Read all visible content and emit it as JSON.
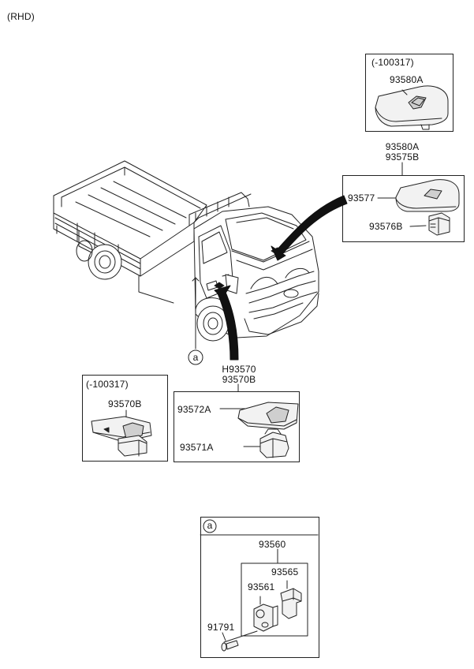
{
  "header": {
    "variant": "(RHD)"
  },
  "callouts": {
    "top_box_date": "(-100317)",
    "top_box_part": "93580A",
    "right_group_title_1": "93580A",
    "right_group_title_2": "93575B",
    "right_part_1": "93577",
    "right_part_2": "93576B",
    "left_box_date": "(-100317)",
    "left_box_part": "93570B",
    "center_group_title_1": "H93570",
    "center_group_title_2": "93570B",
    "center_part_1": "93572A",
    "center_part_2": "93571A",
    "detail_marker": "a",
    "detail_box_marker": "a",
    "detail_assembly": "93560",
    "detail_part_1": "93565",
    "detail_part_2": "93561",
    "detail_part_3": "91791"
  },
  "colors": {
    "line": "#222222",
    "part_fill": "#f2f2f2",
    "part_shade": "#cfcfcf",
    "arrow": "#111111"
  }
}
